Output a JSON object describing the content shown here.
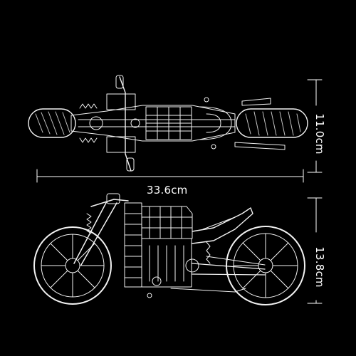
{
  "dimensions": {
    "length": "33.6cm",
    "top_height": "11.0cm",
    "side_height": "13.8cm"
  },
  "colors": {
    "background": "#000000",
    "line": "#ffffff"
  }
}
